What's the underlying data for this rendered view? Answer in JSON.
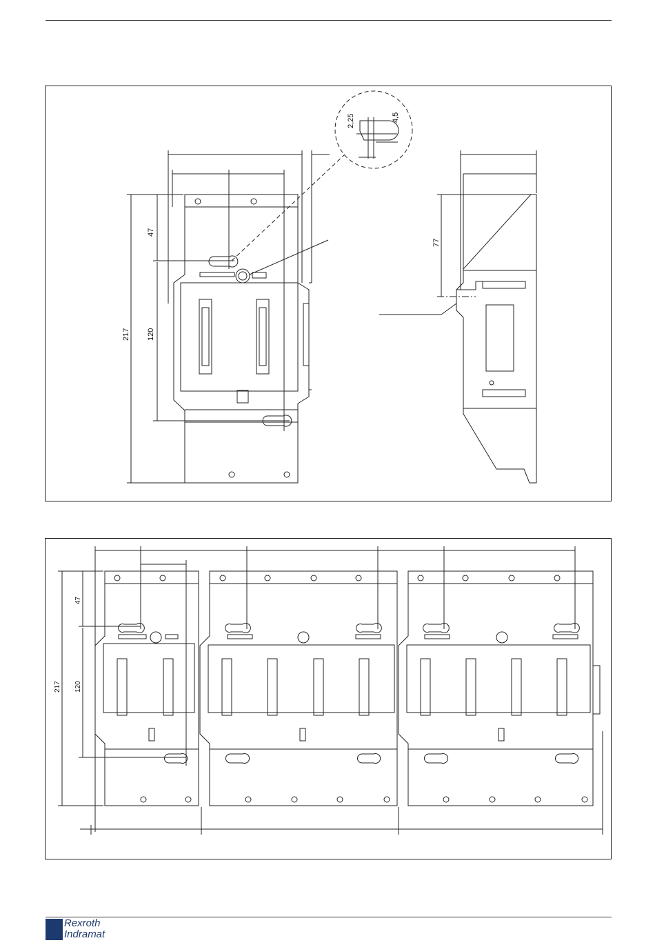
{
  "figure_top": {
    "dimensions": {
      "slot_width": "2,25",
      "slot_length": "4,5",
      "offset_47": "47",
      "offset_120": "120",
      "height_217": "217",
      "rail_77": "77"
    }
  },
  "figure_bottom": {
    "dimensions": {
      "offset_47": "47",
      "offset_120": "120",
      "height_217": "217"
    }
  },
  "footer": {
    "brand_line1": "Rexroth",
    "brand_line2": "Indramat",
    "brand_color": "#1d3a6e"
  }
}
